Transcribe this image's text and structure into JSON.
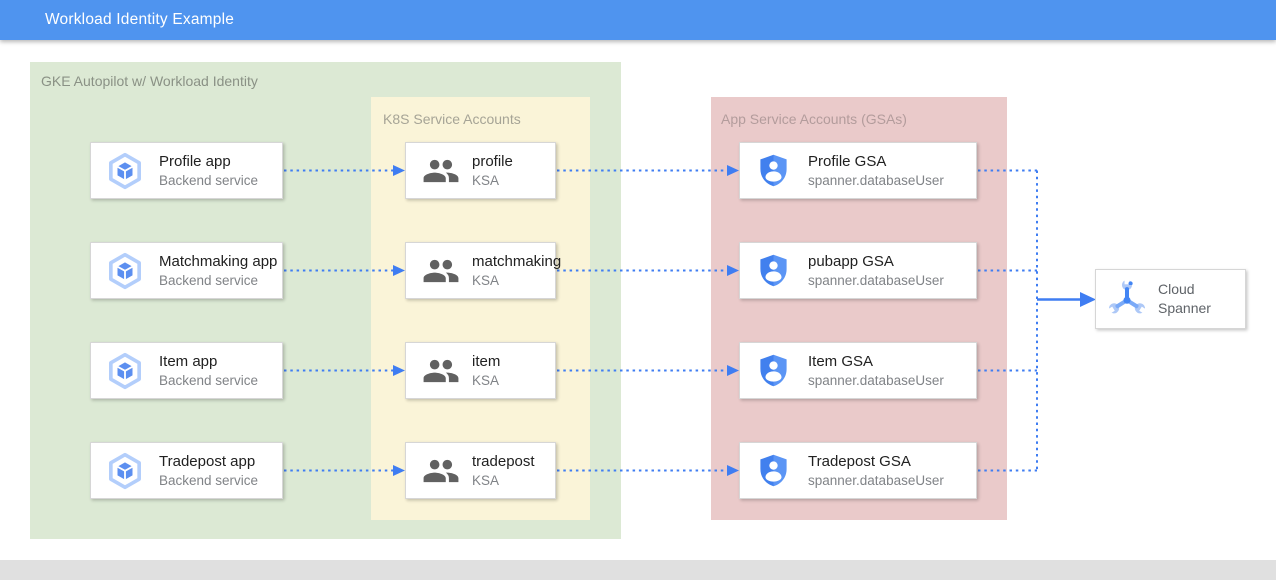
{
  "window": {
    "title": "Workload Identity Example"
  },
  "groups": {
    "gke": {
      "label": "GKE Autopilot w/ Workload Identity"
    },
    "k8s": {
      "label": "K8S Service Accounts"
    },
    "gsa": {
      "label": "App Service Accounts (GSAs)"
    }
  },
  "apps": [
    {
      "title": "Profile app",
      "subtitle": "Backend service"
    },
    {
      "title": "Matchmaking app",
      "subtitle": "Backend service"
    },
    {
      "title": "Item app",
      "subtitle": "Backend service"
    },
    {
      "title": "Tradepost app",
      "subtitle": "Backend service"
    }
  ],
  "ksas": [
    {
      "title": "profile",
      "subtitle": "KSA"
    },
    {
      "title": "matchmaking",
      "subtitle": "KSA"
    },
    {
      "title": "item",
      "subtitle": "KSA"
    },
    {
      "title": "tradepost",
      "subtitle": "KSA"
    }
  ],
  "gsas": [
    {
      "title": "Profile GSA",
      "subtitle": "spanner.databaseUser"
    },
    {
      "title": "pubapp GSA",
      "subtitle": "spanner.databaseUser"
    },
    {
      "title": "Item GSA",
      "subtitle": "spanner.databaseUser"
    },
    {
      "title": "Tradepost GSA",
      "subtitle": "spanner.databaseUser"
    }
  ],
  "spanner": {
    "title": "Cloud Spanner"
  },
  "icons": {
    "app": "gke-hexagon-icon",
    "ksa": "people-icon",
    "gsa": "shield-user-icon",
    "spanner": "cloud-spanner-icon"
  },
  "colors": {
    "header_bg": "#4f94ef",
    "gke_group_bg": "#dce9d4",
    "k8s_group_bg": "#faf4d8",
    "gsa_group_bg": "#eacaca",
    "arrow_blue": "#3f7df2",
    "bottom_bar": "#e0e0e0"
  }
}
